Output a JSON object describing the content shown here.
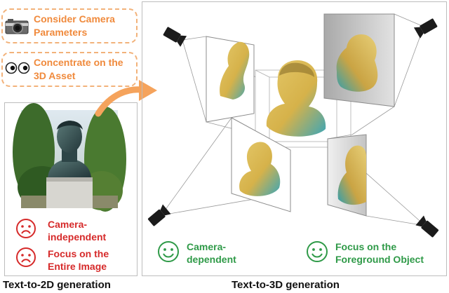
{
  "left_panel": {
    "tip1_line1": "Consider Camera",
    "tip1_line2": "Parameters",
    "tip2_line1": "Concentrate on the",
    "tip2_line2": "3D Asset",
    "bad1_line1": "Camera-",
    "bad1_line2": "independent",
    "bad2_line1": "Focus on the",
    "bad2_line2": "Entire Image",
    "caption": "Text-to-2D generation"
  },
  "right_panel": {
    "good1_line1": "Camera-",
    "good1_line2": "dependent",
    "good2_line1": "Focus on the",
    "good2_line2": "Foreground Object",
    "caption": "Text-to-3D generation"
  },
  "colors": {
    "tip_orange": "#f08a3c",
    "bad_red": "#d62a2a",
    "good_green": "#2f9a48",
    "arrow_orange": "#f5a35c"
  },
  "icons": [
    "camera-icon",
    "eyes-icon",
    "sad-face-icon",
    "happy-face-icon",
    "curved-arrow-icon",
    "video-camera-icon"
  ]
}
